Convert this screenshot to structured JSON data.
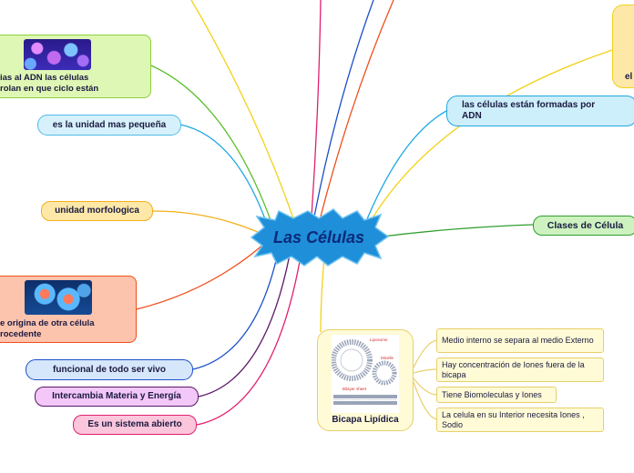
{
  "center": {
    "title": "Las Células"
  },
  "branches": {
    "adn_ciclo": "ias al ADN las células\nrolan en que ciclo están",
    "unidad_pequena": "es la unidad mas pequeña",
    "morfologica": "unidad morfologica",
    "origina": "e origina de otra célula\nrocedente",
    "funcional": "funcional de todo ser vivo",
    "intercambia": "Intercambia Materia y Energía",
    "sistema": "Es un sistema abierto",
    "formadas_adn": "las células están formadas por ADN",
    "clases": "Clases de Célula",
    "top_right_partial": "el",
    "bicapa": "Bicapa Lipídica"
  },
  "bicapa_leaves": [
    "Medio interno se separa al medio Externo",
    "Hay concentración de Iones fuera de la bicapa",
    "Tiene Biomoleculas y Iones",
    "La celula en su Interior necesita Iones , Sodio"
  ],
  "bicapa_image_labels": {
    "liposome": "Liposome",
    "micelle": "Micelle",
    "bilayer": "Bilayer sheet"
  },
  "colors": {
    "center_fill": "#1f8fd9",
    "center_text": "#0c2a7a",
    "yellow": "#f2d21a",
    "cyan": "#1fa8e0",
    "orange_red": "#f0501e",
    "blue": "#1b4fc9",
    "purple": "#5a1766",
    "magenta": "#e0206e",
    "green": "#2e9e2e"
  }
}
